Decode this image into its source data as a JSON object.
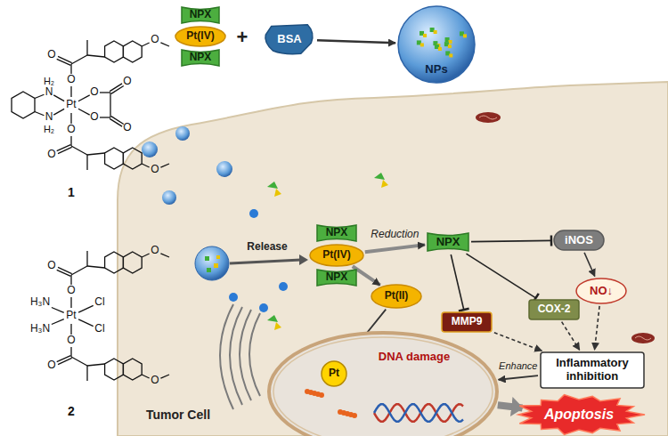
{
  "diagram": {
    "nodes": [
      {
        "text": [
          "NPX"
        ]
      },
      {
        "text": [
          "Pt(IV)"
        ]
      },
      {
        "text": [
          "NPX"
        ]
      },
      {
        "text": [
          "BSA"
        ]
      },
      {
        "text": [
          "NPs"
        ]
      },
      {
        "text": [
          "NPX"
        ]
      },
      {
        "text": [
          "Pt(IV)"
        ]
      },
      {
        "text": [
          "NPX"
        ]
      },
      {
        "text": [
          "NPX"
        ]
      },
      {
        "text": [
          "iNOS"
        ]
      },
      {
        "text": [
          "NO↓"
        ]
      },
      {
        "text": [
          "Pt(II)"
        ]
      },
      {
        "text": [
          "MMP9"
        ]
      },
      {
        "text": [
          "COX-2"
        ]
      },
      {
        "text": [
          "Inflammatory inhibition"
        ]
      },
      {
        "text": [
          "DNA damage"
        ]
      },
      {
        "text": [
          "Pt"
        ],
        "in": 15
      },
      {
        "text": [
          "Apoptosis"
        ]
      }
    ],
    "edges": [
      {
        "from": 3,
        "to": 4,
        "arrow": "to"
      },
      {
        "from": 6,
        "to": 8,
        "arrow": "to",
        "label": "Reduction"
      },
      {
        "from": 6,
        "to": 11,
        "arrow": "to"
      },
      {
        "from": 8,
        "to": 9,
        "arrow": "to"
      },
      {
        "from": 8,
        "to": 12,
        "arrow": "to"
      },
      {
        "from": 8,
        "to": 13,
        "arrow": "to"
      },
      {
        "from": 9,
        "to": 10,
        "arrow": "to"
      },
      {
        "from": 12,
        "to": 14,
        "arrow": "to"
      },
      {
        "from": 13,
        "to": 14,
        "arrow": "to"
      },
      {
        "from": 10,
        "to": 14,
        "arrow": "to"
      },
      {
        "from": 14,
        "to": 15,
        "arrow": "to",
        "label": "Enhance"
      },
      {
        "from": 11,
        "to": 16,
        "arrow": "to"
      },
      {
        "from": 15,
        "to": 17,
        "arrow": "to"
      }
    ],
    "labels": [
      "O",
      "O",
      "O",
      "H₂",
      "N",
      "O",
      "O",
      "Pt",
      "N",
      "H₂",
      "O",
      "O",
      "O",
      "O",
      "O",
      "1",
      "O",
      "O",
      "O",
      "H₃N",
      "Pt",
      "Cl",
      "H₃N",
      "Cl",
      "O",
      "O",
      "O",
      "2",
      "+",
      "Release",
      "Tumor Cell"
    ]
  }
}
